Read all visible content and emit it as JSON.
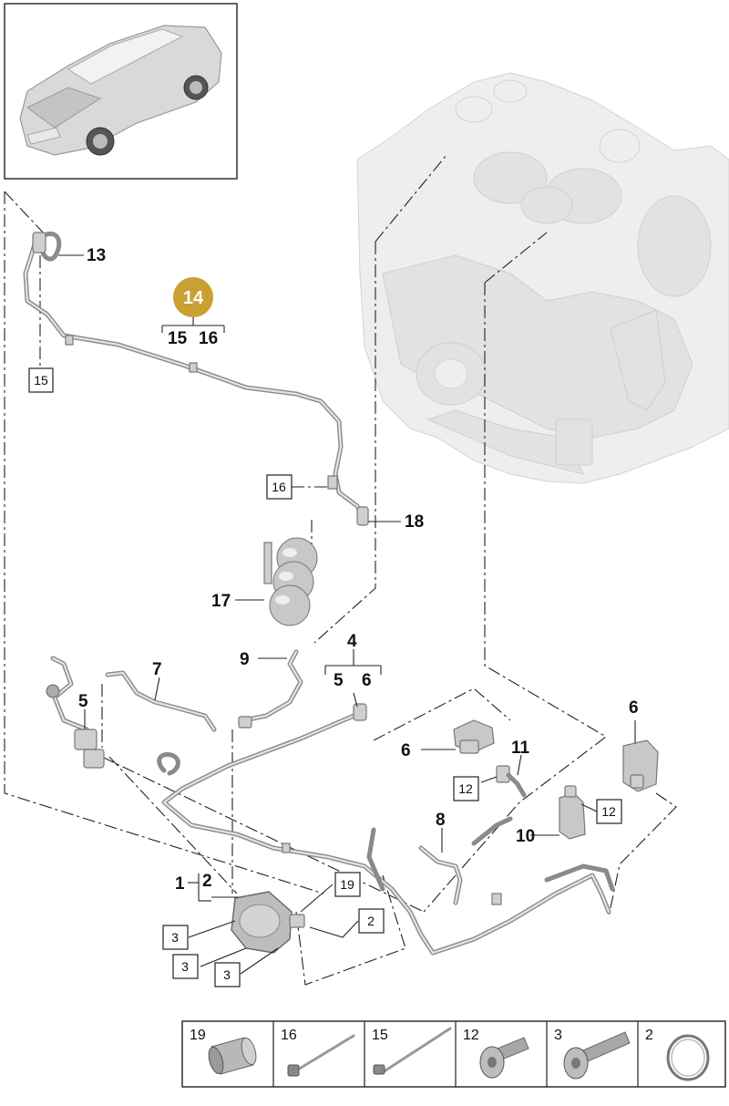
{
  "callouts": {
    "c13": "13",
    "c14": "14",
    "c15a": "15",
    "c16a": "16",
    "c18": "18",
    "c17": "17",
    "c9": "9",
    "c4": "4",
    "c5a": "5",
    "c6a": "6",
    "c7": "7",
    "c5b": "5",
    "c6b": "6",
    "c11": "11",
    "c6c": "6",
    "c8": "8",
    "c10": "10",
    "c1": "1",
    "c2a": "2"
  },
  "boxed": {
    "b15": "15",
    "b16": "16",
    "b12a": "12",
    "b12b": "12",
    "b19": "19",
    "b2": "2",
    "b3a": "3",
    "b3b": "3",
    "b3c": "3"
  },
  "legend": [
    "19",
    "16",
    "15",
    "12",
    "3",
    "2"
  ],
  "colors": {
    "highlight": "#c9a032",
    "line": "#222222",
    "part": "#cfcfcf",
    "engine": "#eeeeee"
  }
}
